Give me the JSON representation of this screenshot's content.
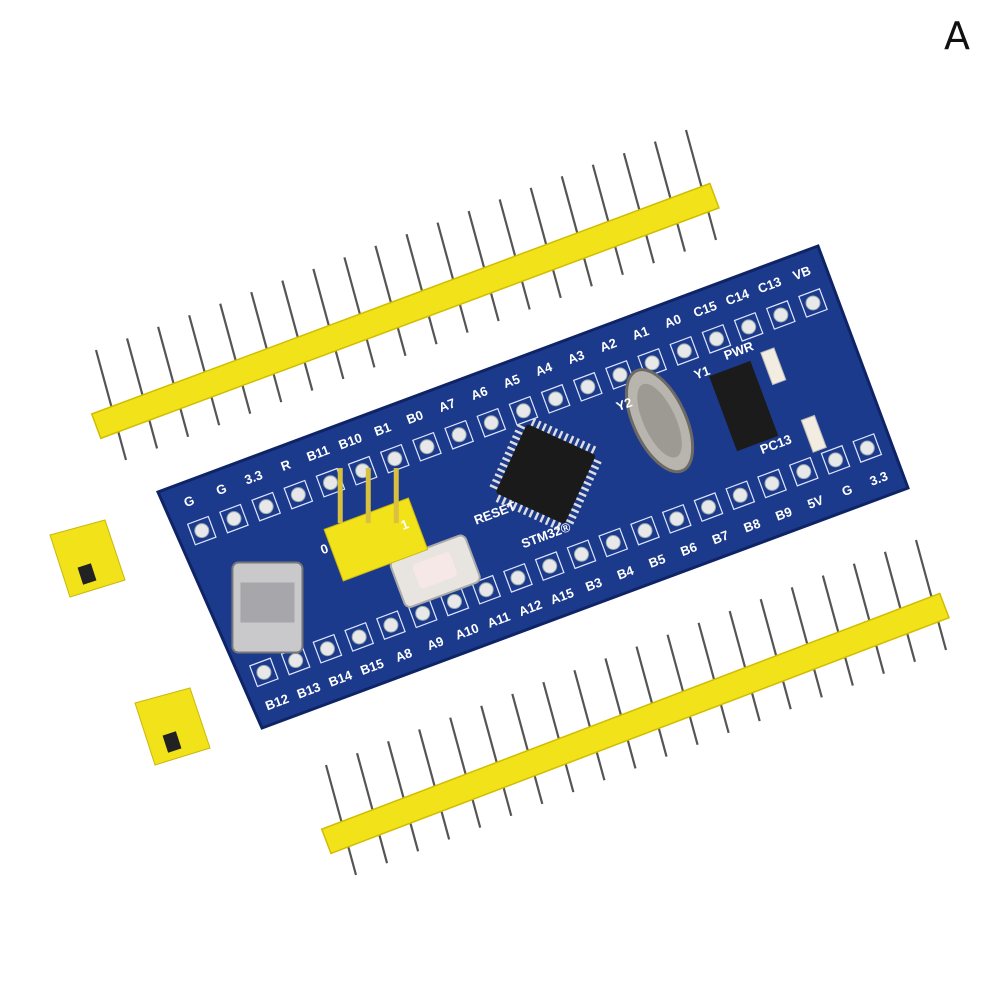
{
  "corner_label": "A",
  "board": {
    "top_row_labels": [
      "G",
      "G",
      "3.3",
      "R",
      "B11",
      "B10",
      "B1",
      "B0",
      "A7",
      "A6",
      "A5",
      "A4",
      "A3",
      "A2",
      "A1",
      "A0",
      "C15",
      "C14",
      "C13",
      "VB"
    ],
    "bottom_row_labels": [
      "B12",
      "B13",
      "B14",
      "B15",
      "A8",
      "A9",
      "A10",
      "A11",
      "A12",
      "A15",
      "B3",
      "B4",
      "B5",
      "B6",
      "B7",
      "B8",
      "B9",
      "5V",
      "G",
      "3.3"
    ],
    "chip_label": "STM32®",
    "reset_label": "RESET",
    "pwr_label": "PWR",
    "pc13_label": "PC13",
    "crystal_labels": [
      "Y1",
      "Y2"
    ],
    "boot_labels": [
      "0",
      "1"
    ],
    "colors": {
      "pcb": "#1c3a8c",
      "header": "#f2e21a",
      "chip": "#1a1a1a",
      "background": "#ffffff"
    }
  }
}
